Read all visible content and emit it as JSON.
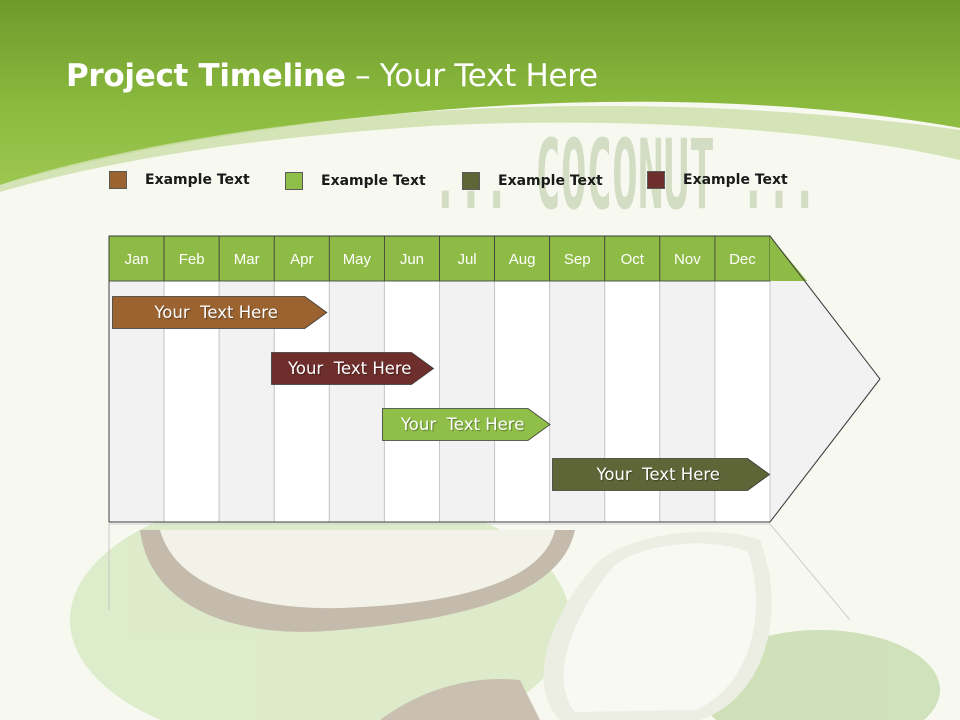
{
  "slide": {
    "title_bold": "Project Timeline",
    "title_rest": " – Your Text Here",
    "watermark": "... COCONUT ..."
  },
  "colors": {
    "brown": "#9a6330",
    "green": "#8fbf48",
    "olive": "#5e6537",
    "maroon": "#6e2e2c",
    "header_green": "#8ebb45"
  },
  "legend": [
    {
      "label": "Example Text",
      "color": "#9a6330"
    },
    {
      "label": "Example Text",
      "color": "#8fbf48"
    },
    {
      "label": "Example Text",
      "color": "#5e6537"
    },
    {
      "label": "Example Text",
      "color": "#6e2e2c"
    }
  ],
  "timeline": {
    "months": [
      "Jan",
      "Feb",
      "Mar",
      "Apr",
      "May",
      "Jun",
      "Jul",
      "Aug",
      "Sep",
      "Oct",
      "Nov",
      "Dec"
    ],
    "tasks": [
      {
        "label": "Your  Text Here",
        "start_month": 0.05,
        "end_month": 3.95,
        "color": "#9a6330"
      },
      {
        "label": "Your  Text Here",
        "start_month": 2.95,
        "end_month": 5.9,
        "color": "#6e2e2c"
      },
      {
        "label": "Your  Text Here",
        "start_month": 4.95,
        "end_month": 8.0,
        "color": "#8fbf48"
      },
      {
        "label": "Your  Text Here",
        "start_month": 8.05,
        "end_month": 12.0,
        "color": "#5e6537"
      }
    ]
  }
}
